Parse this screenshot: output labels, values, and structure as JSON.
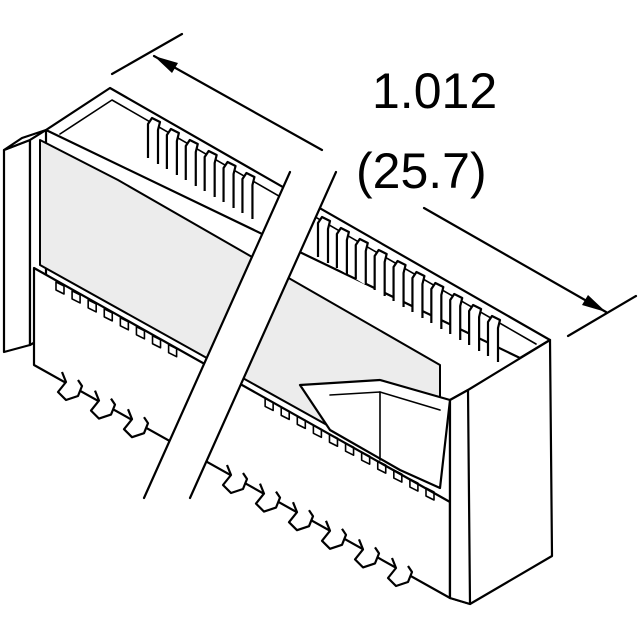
{
  "dimension": {
    "inch_value": "1.012",
    "mm_value": "(25.7)"
  },
  "icon": "connector-outline-drawing"
}
